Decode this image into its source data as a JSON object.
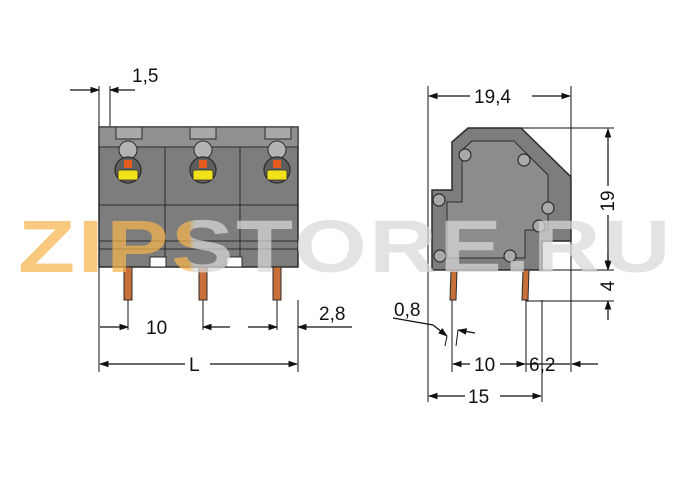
{
  "watermark": {
    "text": "ZIPSTORE.RU",
    "color_left": "#f6b54d",
    "color_right": "#d9d9d9"
  },
  "colors": {
    "housing": "#7d7d7d",
    "housing_light": "#a9a9a9",
    "outline": "#2b2b2b",
    "pin": "#c8703a",
    "button": "#f2e21c",
    "lever": "#e45b1f"
  },
  "front_view": {
    "dim_top": "1,5",
    "dim_pitch": "10",
    "dim_pin_offset": "2,8",
    "dim_length": "L"
  },
  "side_view": {
    "dim_width": "19,4",
    "dim_height": "19",
    "dim_pin_length": "4",
    "dim_pin_width": "0,8",
    "dim_pin_pitch": "10",
    "dim_pin_edge": "6,2",
    "dim_overall": "15"
  }
}
